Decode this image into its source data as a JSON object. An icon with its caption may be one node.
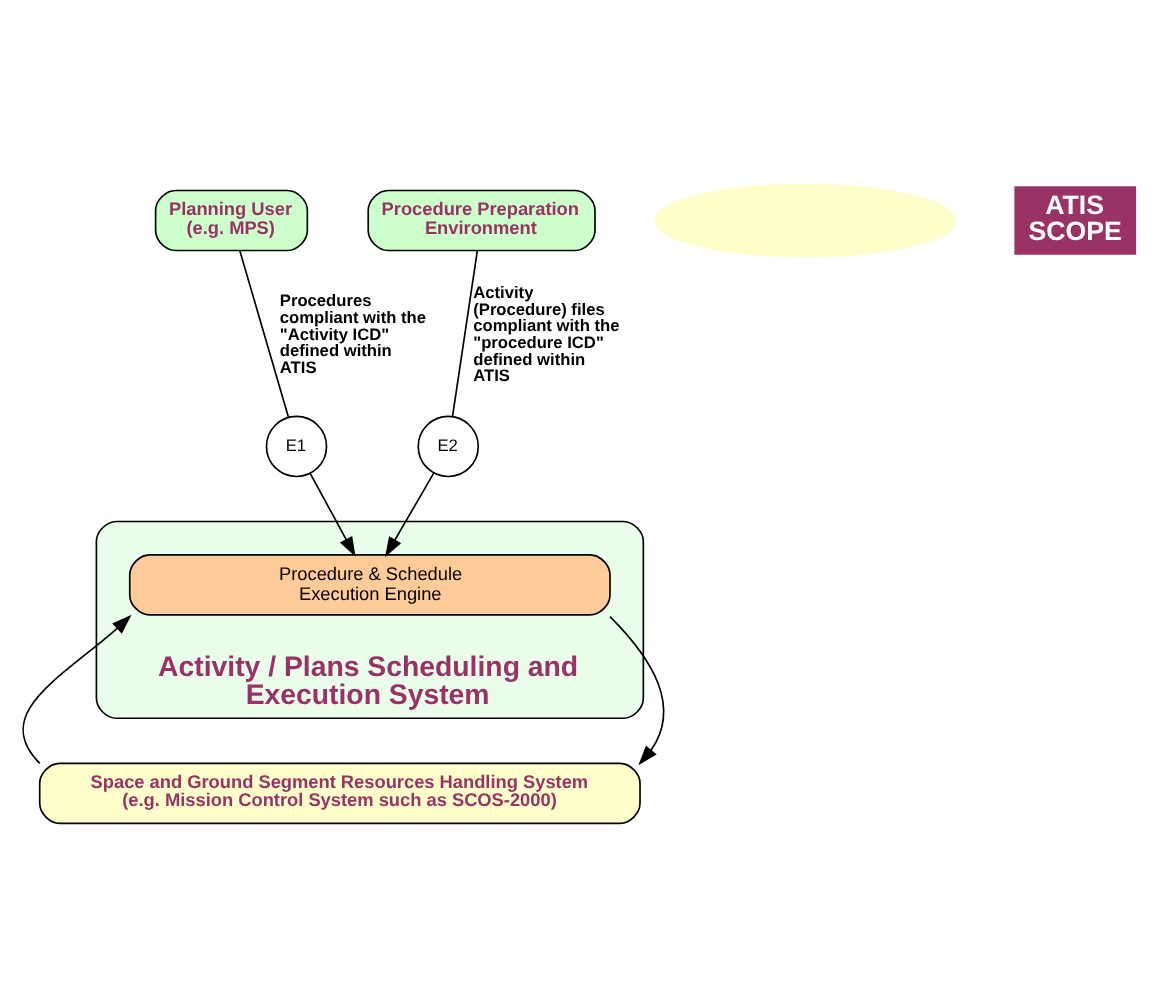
{
  "diagram": {
    "nodes": [
      {
        "text": [
          "Planning User (e.g. MPS)"
        ]
      },
      {
        "text": [
          "Procedure Preparation Environment"
        ]
      },
      {
        "text": [],
        "shape": "ellipse"
      },
      {
        "text": [
          "ATIS SCOPE"
        ]
      },
      {
        "text": [
          "E1"
        ]
      },
      {
        "text": [
          "E2"
        ]
      },
      {
        "text": [
          "Activity / Plans Scheduling and Execution System"
        ]
      },
      {
        "text": [
          "Procedure & Schedule Execution Engine"
        ],
        "in": 6
      },
      {
        "text": [
          "Space and Ground Segment Resources Handling System (e.g. Mission Control System such as SCOS-2000)"
        ]
      }
    ],
    "edges": [
      {
        "from": 0,
        "to": 4,
        "arrow": "none",
        "label": "Procedures compliant with the \"Activity ICD\" defined within ATIS"
      },
      {
        "from": 1,
        "to": 5,
        "arrow": "none",
        "label": "Activity (Procedure) files compliant with the \"procedure ICD\" defined within ATIS"
      },
      {
        "from": 4,
        "to": 7,
        "arrow": "to"
      },
      {
        "from": 5,
        "to": 7,
        "arrow": "to"
      },
      {
        "from": 8,
        "to": 7,
        "arrow": "to"
      },
      {
        "from": 7,
        "to": 8,
        "arrow": "to"
      }
    ]
  }
}
